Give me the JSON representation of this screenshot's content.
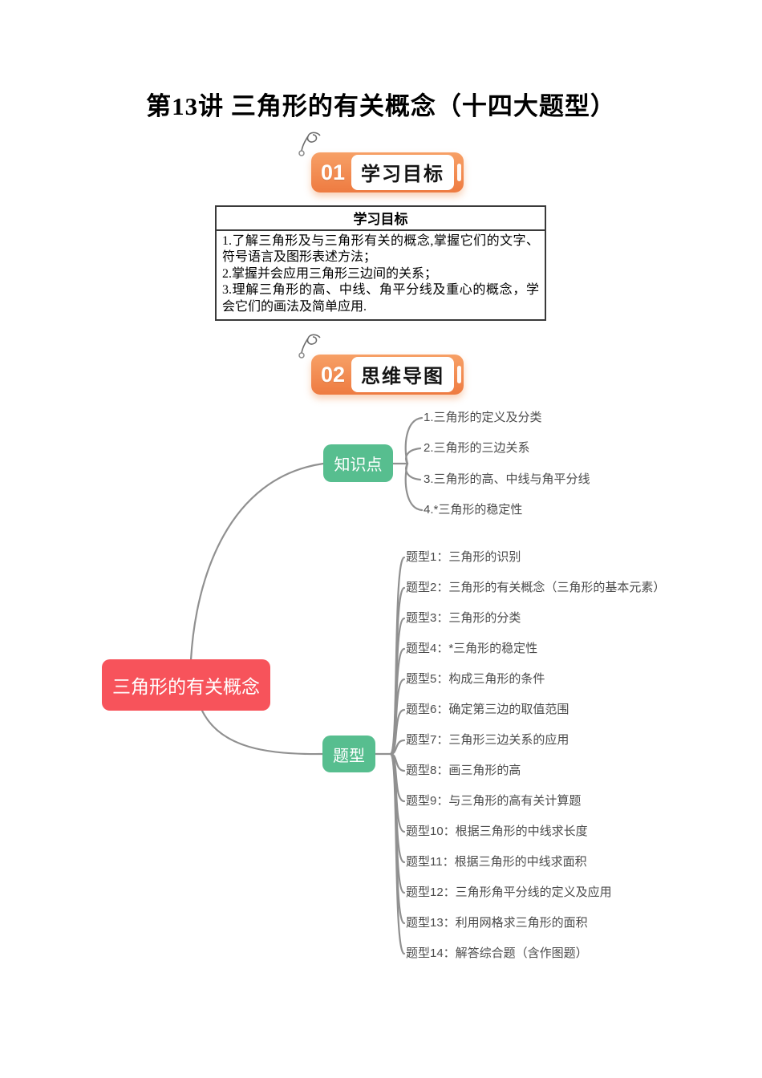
{
  "page": {
    "title": "第13讲 三角形的有关概念（十四大题型）"
  },
  "sections": [
    {
      "number": "01",
      "label": "学习目标"
    },
    {
      "number": "02",
      "label": "思维导图"
    }
  ],
  "objectives_table": {
    "header": "学习目标",
    "items": [
      "1.了解三角形及与三角形有关的概念,掌握它们的文字、符号语言及图形表述方法；",
      "2.掌握并会应用三角形三边间的关系；",
      "3.理解三角形的高、中线、角平分线及重心的概念，学会它们的画法及简单应用."
    ]
  },
  "mindmap": {
    "root": "三角形的有关概念",
    "branches": [
      {
        "label": "知识点",
        "children": [
          "1.三角形的定义及分类",
          "2.三角形的三边关系",
          "3.三角形的高、中线与角平分线",
          "4.*三角形的稳定性"
        ]
      },
      {
        "label": "题型",
        "children": [
          "题型1：三角形的识别",
          "题型2：三角形的有关概念（三角形的基本元素）",
          "题型3：三角形的分类",
          "题型4：*三角形的稳定性",
          "题型5：构成三角形的条件",
          "题型6：确定第三边的取值范围",
          "题型7：三角形三边关系的应用",
          "题型8：画三角形的高",
          "题型9：与三角形的高有关计算题",
          "题型10：根据三角形的中线求长度",
          "题型11：根据三角形的中线求面积",
          "题型12：三角形角平分线的定义及应用",
          "题型13：利用网格求三角形的面积",
          "题型14：解答综合题（含作图题）"
        ]
      }
    ],
    "colors": {
      "root_bg": "#F7535B",
      "branch_bg": "#57BE8F",
      "line": "#909090",
      "badge_orange": "#F08048"
    }
  }
}
